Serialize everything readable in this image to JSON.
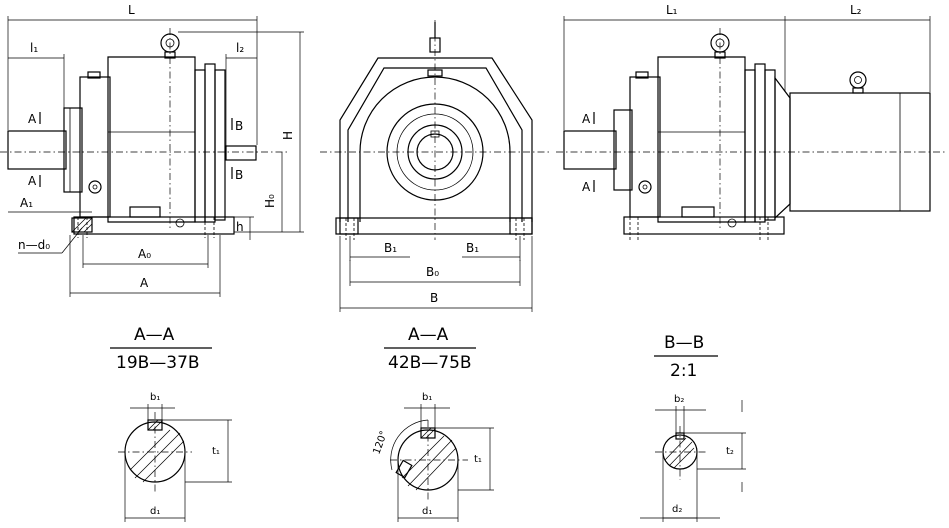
{
  "labels": {
    "L": "L",
    "L1": "L₁",
    "L2": "L₂",
    "l1": "l₁",
    "l2": "l₂",
    "A_sec": "A",
    "B_sec": "B",
    "H": "H",
    "H0": "H₀",
    "h": "h",
    "A1": "A₁",
    "n_d0": "n—d₀",
    "A0": "A₀",
    "A": "A",
    "B1": "B₁",
    "B0": "B₀",
    "B": "B",
    "b1": "b₁",
    "t1": "t₁",
    "d1": "d₁",
    "b2": "b₂",
    "t2": "t₂",
    "d2": "d₂",
    "angle": "120°"
  },
  "sections": [
    {
      "title": "A—A",
      "subtitle": "19B—37B"
    },
    {
      "title": "A—A",
      "subtitle": "42B—75B"
    },
    {
      "title": "B—B",
      "subtitle": "2:1"
    }
  ]
}
